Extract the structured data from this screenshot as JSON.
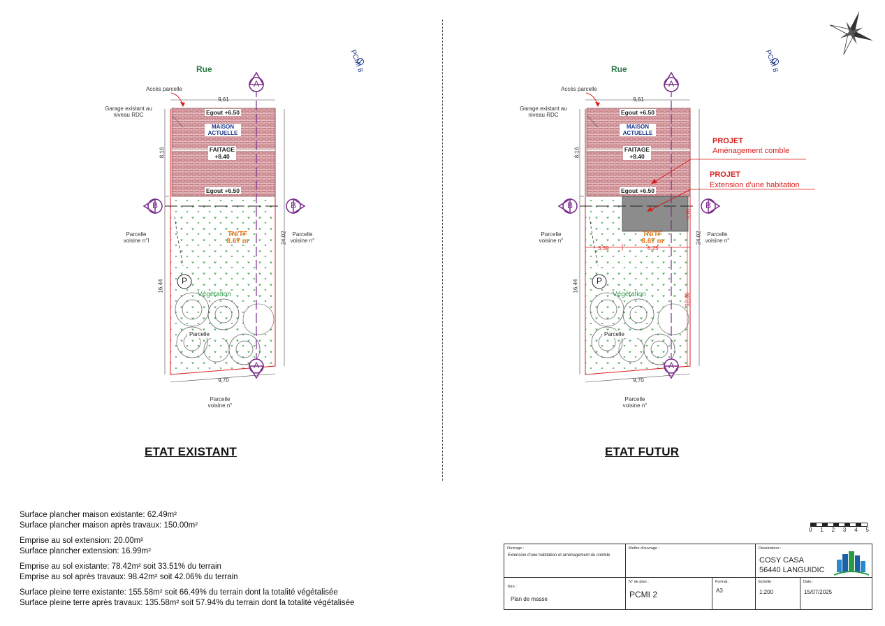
{
  "north": {
    "label": "PCMI 8"
  },
  "plans": [
    {
      "id": "existant",
      "title": "ETAT EXISTANT",
      "rue": "Rue",
      "acces": "Accès parcelle",
      "garage": "Garage existant au niveau RDC",
      "egout_top": "Egout +6.50",
      "maison": "MAISON ACTUELLE",
      "faitage": "FAITAGE +8.40",
      "egout_bottom": "Egout +6.50",
      "tn": "TN/TF 8.67 m",
      "vegetation": "Végétation",
      "parcelle": "Parcelle",
      "voisine_left": "Parcelle voisine n°l",
      "voisine_right": "Parcelle voisine n°",
      "voisine_bottom": "Parcelle voisine n°",
      "dim_top": "9,61",
      "dim_bottom": "9,70",
      "dim_left_top": "8,16",
      "dim_left_bottom": "16,44",
      "dim_right": "24,02",
      "parking": "P",
      "cut_a": "A",
      "cut_b": "B"
    },
    {
      "id": "futur",
      "title": "ETAT FUTUR",
      "rue": "Rue",
      "acces": "Accès parcelle",
      "garage": "Garage existant au niveau RDC",
      "egout_top": "Egout +6.50",
      "maison": "MAISON ACTUELLE",
      "faitage": "FAITAGE +8.40",
      "egout_bottom": "Egout +6.50",
      "tn": "TN/TF 8.67 m",
      "vegetation": "Végétation",
      "parcelle": "Parcelle",
      "voisine_left": "Parcelle voisine n°",
      "voisine_right": "Parcelle voisine n°",
      "voisine_bottom": "Parcelle voisine n°",
      "dim_top": "9,61",
      "dim_bottom": "9,70",
      "dim_left_top": "8,16",
      "dim_left_bottom": "16,44",
      "dim_right": "24,02",
      "dim_ext_h": "3,20",
      "dim_ext_left": "3,39",
      "dim_ext_w": "6,25",
      "dim_ext_bottom": "12,86",
      "parking": "P",
      "cut_a": "A",
      "cut_b": "B",
      "projet1_title": "PROJET",
      "projet1_sub": "Aménagement comble",
      "projet2_title": "PROJET",
      "projet2_sub": "Extension d'une habitation"
    }
  ],
  "stats": [
    [
      "Surface plancher maison existante: 62.49m²",
      "Surface plancher maison après travaux: 150.00m²"
    ],
    [
      "Emprise au sol extension: 20.00m²",
      "Surface plancher extension: 16.99m²"
    ],
    [
      "Emprise au sol existante: 78.42m² soit 33.51% du terrain",
      "Emprise au sol après travaux: 98.42m² soit 42.06% du terrain"
    ],
    [
      "Surface pleine terre existante: 155.58m² soit 66.49% du terrain dont la totalité végétalisée",
      "Surface pleine terre après travaux: 135.58m² soit 57.94% du terrain dont la totalité végétalisée"
    ]
  ],
  "scale": {
    "ticks": [
      "0",
      "1",
      "2",
      "3",
      "4",
      "5"
    ]
  },
  "cartouche": {
    "ouvrage_cap": "Ouvrage :",
    "ouvrage": "Extension d'une habitation et aménagement du comble",
    "maitre_cap": "Maître d'ouvrage :",
    "dessinateur_cap": "Dessinateur :",
    "dessinateur1": "COSY CASA",
    "dessinateur2": "56440 LANGUIDIC",
    "titre_cap": "Titre :",
    "titre": "Plan de masse",
    "numplan_cap": "N° de plan :",
    "numplan": "PCMI 2",
    "format_cap": "Format :",
    "format": "A3",
    "echelle_cap": "Echelle :",
    "echelle": "1:200",
    "date_cap": "Date :",
    "date": "15/07/2025"
  },
  "colors": {
    "roof": "#c9848a",
    "extension": "#8c8c8c",
    "purple": "#7a2a8a",
    "red": "#d81e1e",
    "orange": "#e8781e",
    "green": "#2f9a4a",
    "blue": "#1b3a8a"
  }
}
